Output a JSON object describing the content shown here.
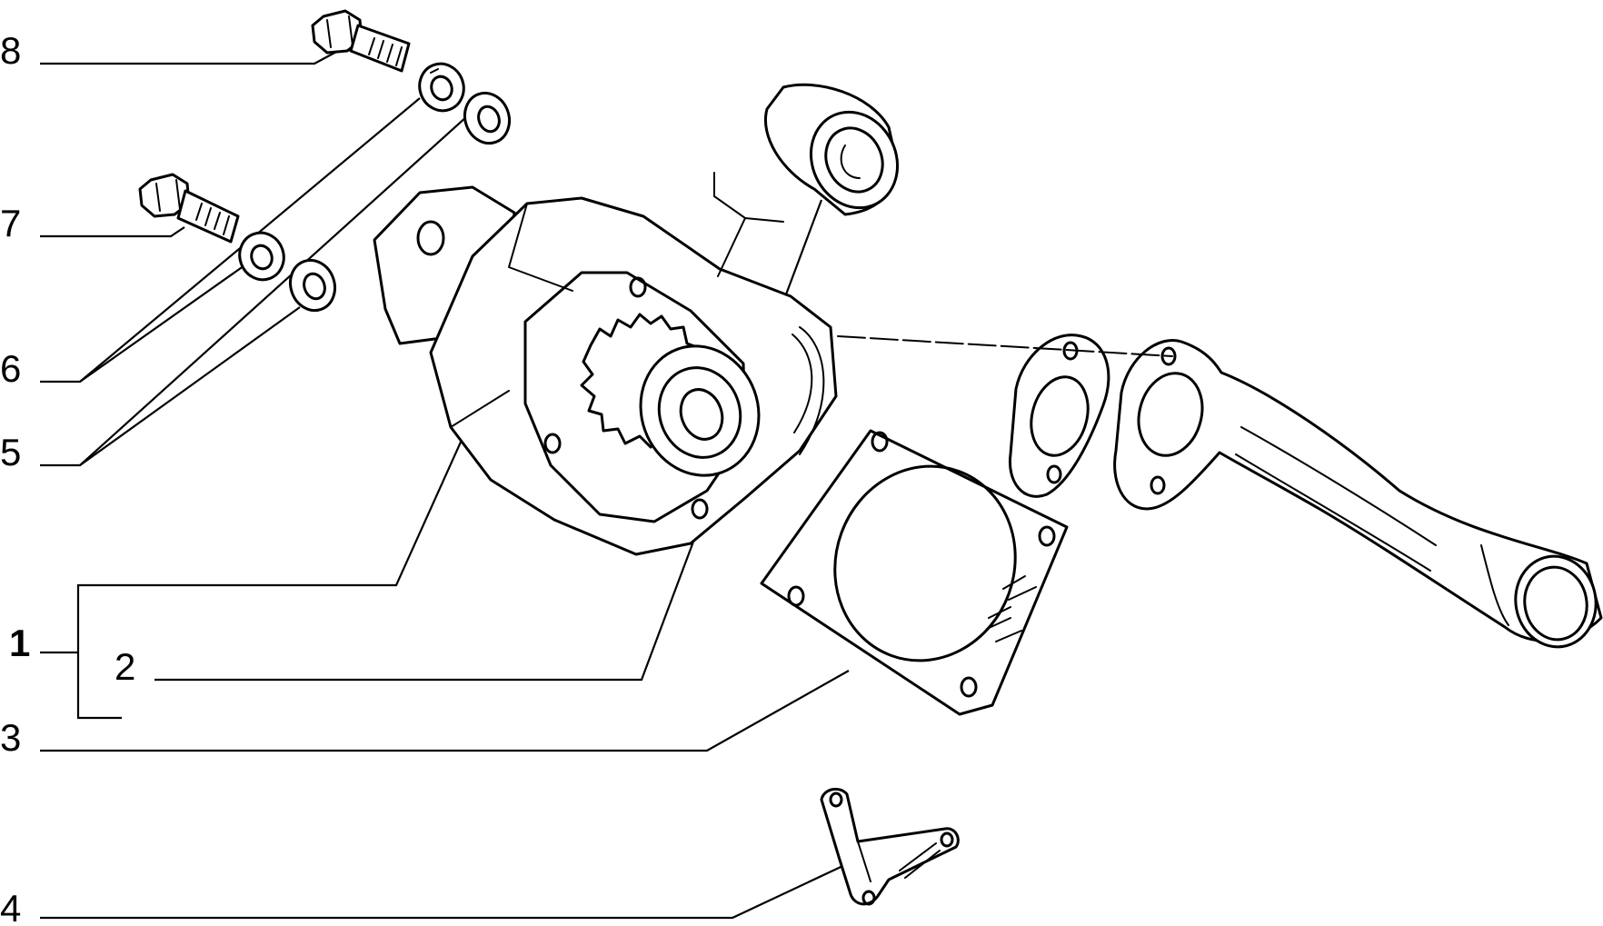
{
  "diagram": {
    "callouts": [
      {
        "id": "8",
        "text": "8"
      },
      {
        "id": "7",
        "text": "7"
      },
      {
        "id": "6",
        "text": "6"
      },
      {
        "id": "5",
        "text": "5"
      },
      {
        "id": "1",
        "text": "1"
      },
      {
        "id": "2",
        "text": "2"
      },
      {
        "id": "3",
        "text": "3"
      },
      {
        "id": "4",
        "text": "4"
      }
    ]
  }
}
